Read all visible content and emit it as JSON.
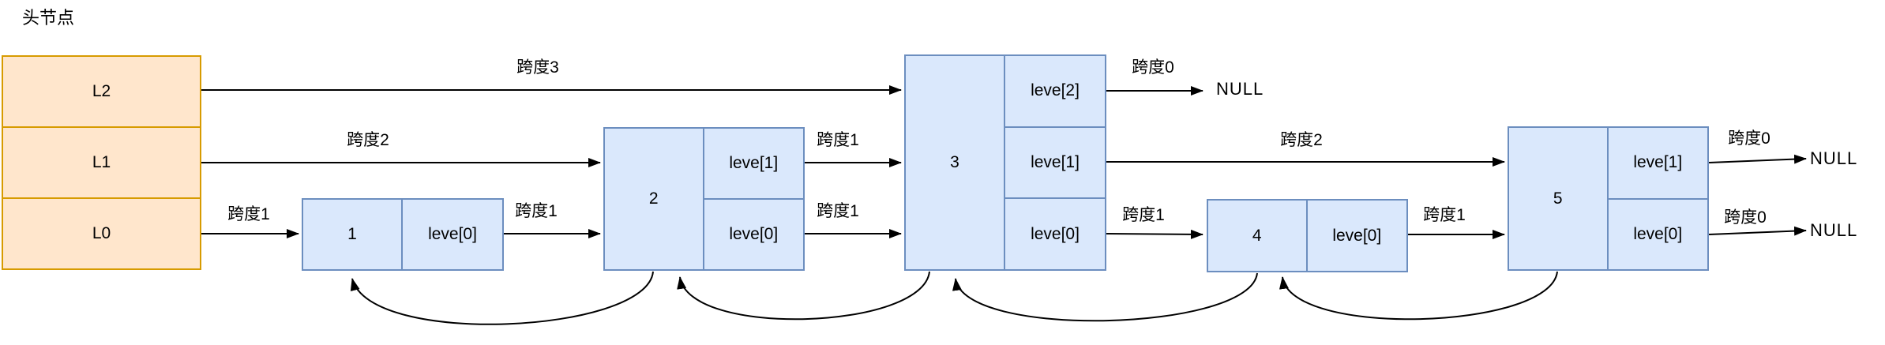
{
  "labels": {
    "head_title": "头节点",
    "spans": [
      "跨度3",
      "跨度2",
      "跨度1",
      "跨度1",
      "跨度1",
      "跨度1",
      "跨度0",
      "跨度2",
      "跨度1",
      "跨度1",
      "跨度0",
      "跨度0"
    ],
    "nulls": [
      "NULL",
      "NULL",
      "NULL"
    ]
  },
  "head": {
    "levels": [
      "L2",
      "L1",
      "L0"
    ]
  },
  "nodes": [
    {
      "value": "1",
      "levels": [
        "leve[0]"
      ]
    },
    {
      "value": "2",
      "levels": [
        "leve[1]",
        "leve[0]"
      ]
    },
    {
      "value": "3",
      "levels": [
        "leve[2]",
        "leve[1]",
        "leve[0]"
      ]
    },
    {
      "value": "4",
      "levels": [
        "leve[0]"
      ]
    },
    {
      "value": "5",
      "levels": [
        "leve[1]",
        "leve[0]"
      ]
    }
  ],
  "colors": {
    "head_fill": "#FFE6CC",
    "head_border": "#D79B00",
    "node_fill": "#DAE8FC",
    "node_border": "#6C8EBF",
    "line": "#000000"
  }
}
